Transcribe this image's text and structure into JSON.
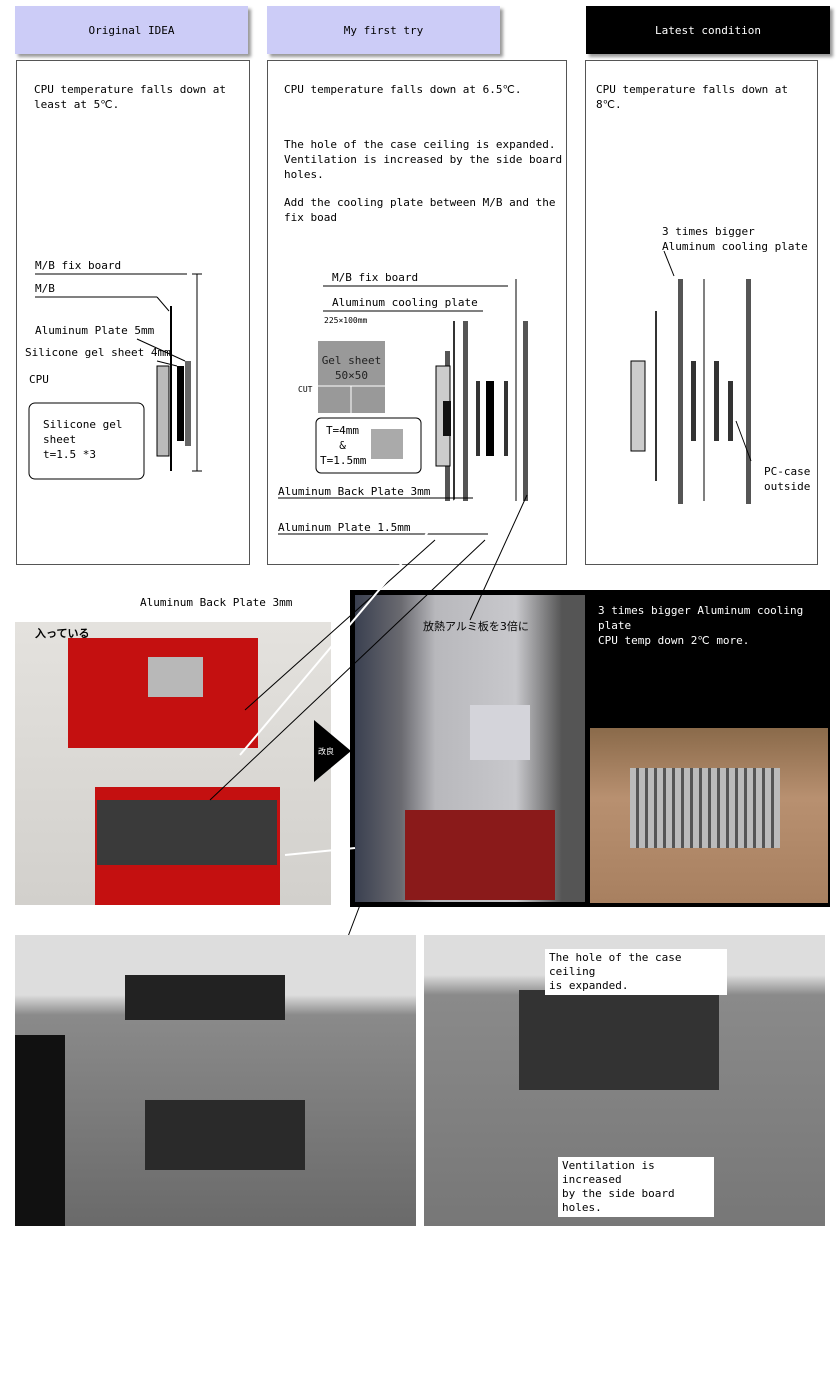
{
  "tabs": [
    {
      "label": "Original IDEA"
    },
    {
      "label": "My first try"
    },
    {
      "label": "Latest condition"
    }
  ],
  "original": {
    "summary": "CPU temperature falls down at\nleast at 5℃.",
    "labels": {
      "fix_board": "M/B fix board",
      "mb": "M/B",
      "al_plate": "Aluminum Plate 5mm",
      "gel": "Silicone gel sheet 4mm",
      "cpu": "CPU",
      "callout": "Silicone gel\nsheet\nt=1.5 *3"
    }
  },
  "first_try": {
    "summary": "CPU temperature falls down at 6.5℃.",
    "para1": "The hole of the case ceiling is expanded.\nVentilation is increased by the side board\nholes.",
    "para2": "Add the cooling plate between M/B and the\nfix boad",
    "labels": {
      "fix_board": "M/B fix board",
      "cooling": "Aluminum cooling plate",
      "size": "225×100mm",
      "gel": "Gel sheet\n50×50",
      "cut": "CUT",
      "thickness": "T=4mm\n&\nT=1.5mm",
      "back_plate": "Aluminum Back Plate 3mm",
      "al_plate": "Aluminum Plate  1.5mm"
    }
  },
  "latest": {
    "summary": "CPU temperature falls down at 8℃.",
    "bigger": "3 times bigger\nAluminum cooling plate",
    "outside": "PC-case\noutside"
  },
  "middle": {
    "back_plate_label": "Aluminum Back Plate 3mm",
    "jp_note": "入っている",
    "arrow_label": "改良",
    "photo_label": "放熱アルミ板を3倍に",
    "headline": "3 times bigger Aluminum cooling plate",
    "temp": "CPU temp down 2℃ more."
  },
  "bottom": {
    "ceiling": "The hole of the case ceiling\nis expanded.",
    "ventilation": "Ventilation is increased\nby the side board holes."
  }
}
